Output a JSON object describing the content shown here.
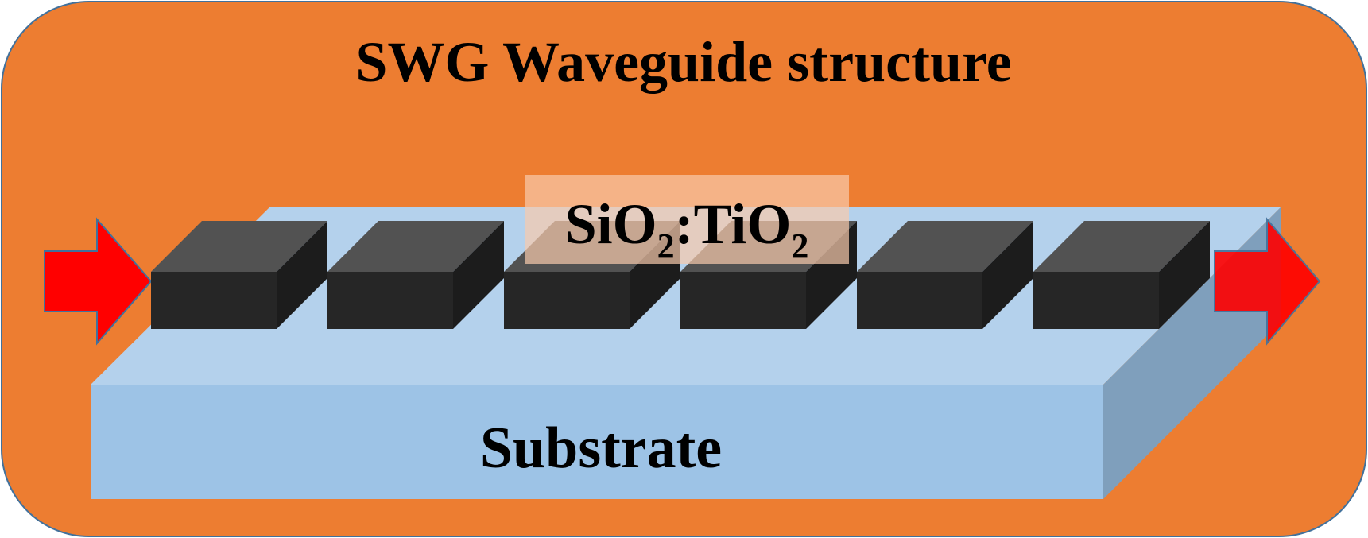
{
  "title": "SWG Waveguide structure",
  "material_label": {
    "part1": "SiO",
    "sub1": "2",
    "separator": ":",
    "part2": "TiO",
    "sub2": "2"
  },
  "substrate_label": "Substrate",
  "segments": [
    {
      "name": "segment-1"
    },
    {
      "name": "segment-2"
    },
    {
      "name": "segment-3"
    },
    {
      "name": "segment-4"
    },
    {
      "name": "segment-5"
    },
    {
      "name": "segment-6"
    }
  ],
  "colors": {
    "background_panel": "#ED7D31",
    "panel_border": "#41719C",
    "substrate_front": "#9DC3E6",
    "substrate_top": "#B4D1EC",
    "substrate_side": "#7F9FBC",
    "segment_front": "#262626",
    "segment_top": "#525252",
    "segment_side": "#1C1C1C",
    "label_box": "#F8CBAD",
    "arrow": "#FF0000",
    "arrow_border": "#41719C"
  },
  "arrows": {
    "input": "input-arrow",
    "output": "output-arrow"
  }
}
